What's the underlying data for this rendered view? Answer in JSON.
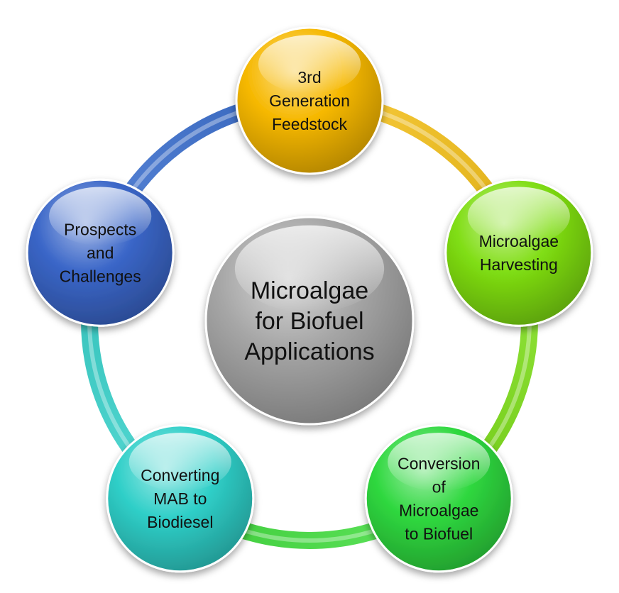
{
  "center": {
    "lines": [
      "Microalgae",
      "for Biofuel",
      "Applications"
    ],
    "color": "#a6a6a6"
  },
  "nodes": [
    {
      "id": "3rd-generation-feedstock",
      "lines": [
        "3rd",
        "Generation",
        "Feedstock"
      ],
      "color": "#f6b800"
    },
    {
      "id": "microalgae-harvesting",
      "lines": [
        "Microalgae",
        "Harvesting"
      ],
      "color": "#7fdd12"
    },
    {
      "id": "conversion-of-microalgae-to-biofuel",
      "lines": [
        "Conversion",
        "of",
        "Microalgae",
        "to Biofuel"
      ],
      "color": "#2fd83f"
    },
    {
      "id": "converting-mab-to-biodiesel",
      "lines": [
        "Converting",
        "MAB to",
        "Biodiesel"
      ],
      "color": "#2fcfc8"
    },
    {
      "id": "prospects-and-challenges",
      "lines": [
        "Prospects",
        "and",
        "Challenges"
      ],
      "color": "#3a66c8"
    }
  ],
  "arcs": [
    {
      "from": "3rd-generation-feedstock",
      "to": "microalgae-harvesting",
      "color": "#f7c21a"
    },
    {
      "from": "microalgae-harvesting",
      "to": "conversion-of-microalgae-to-biofuel",
      "color": "#7fe01a"
    },
    {
      "from": "conversion-of-microalgae-to-biofuel",
      "to": "converting-mab-to-biodiesel",
      "color": "#44e040"
    },
    {
      "from": "converting-mab-to-biodiesel",
      "to": "prospects-and-challenges",
      "color": "#38d4cc"
    },
    {
      "from": "prospects-and-challenges",
      "to": "3rd-generation-feedstock",
      "color": "#3b6fd0"
    }
  ]
}
